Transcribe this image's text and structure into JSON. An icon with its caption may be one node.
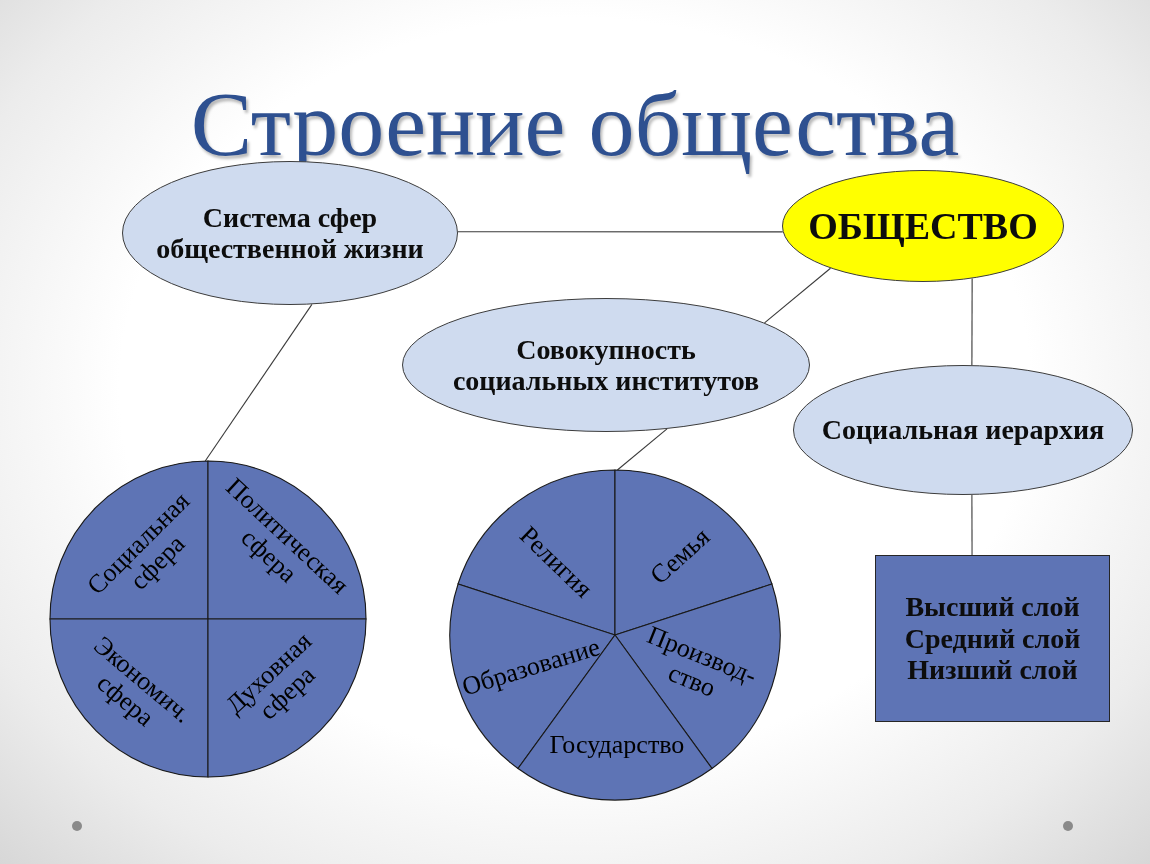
{
  "diagram": {
    "title": "Строение общества",
    "nodes": [
      {
        "text": [
          "Система сфер общественной жизни"
        ]
      },
      {
        "text": [
          "ОБЩЕСТВО"
        ]
      },
      {
        "text": [
          "Совокупность социальных институтов"
        ]
      },
      {
        "text": [
          "Социальная иерархия"
        ]
      },
      {
        "text": [],
        "shape": "circle"
      },
      {
        "text": [
          "Социальная сфера"
        ],
        "in": 4
      },
      {
        "text": [
          "Политическая сфера"
        ],
        "in": 4
      },
      {
        "text": [
          "Экономич. сфера"
        ],
        "in": 4
      },
      {
        "text": [
          "Духовная сфера"
        ],
        "in": 4
      },
      {
        "text": [],
        "shape": "circle"
      },
      {
        "text": [
          "Религия"
        ],
        "in": 9
      },
      {
        "text": [
          "Семья"
        ],
        "in": 9
      },
      {
        "text": [
          "Образование"
        ],
        "in": 9
      },
      {
        "text": [
          "Производ- ство"
        ],
        "in": 9
      },
      {
        "text": [
          "Государство"
        ],
        "in": 9
      },
      {
        "text": [
          "Высший слой",
          "Средний слой",
          "Низший слой"
        ]
      }
    ],
    "edges": [
      {
        "from": 0,
        "to": 1,
        "arrow": "none"
      },
      {
        "from": 1,
        "to": 2,
        "arrow": "none"
      },
      {
        "from": 1,
        "to": 3,
        "arrow": "none"
      },
      {
        "from": 0,
        "to": 4,
        "arrow": "none"
      },
      {
        "from": 2,
        "to": 9,
        "arrow": "none"
      },
      {
        "from": 3,
        "to": 15,
        "arrow": "none"
      }
    ]
  }
}
